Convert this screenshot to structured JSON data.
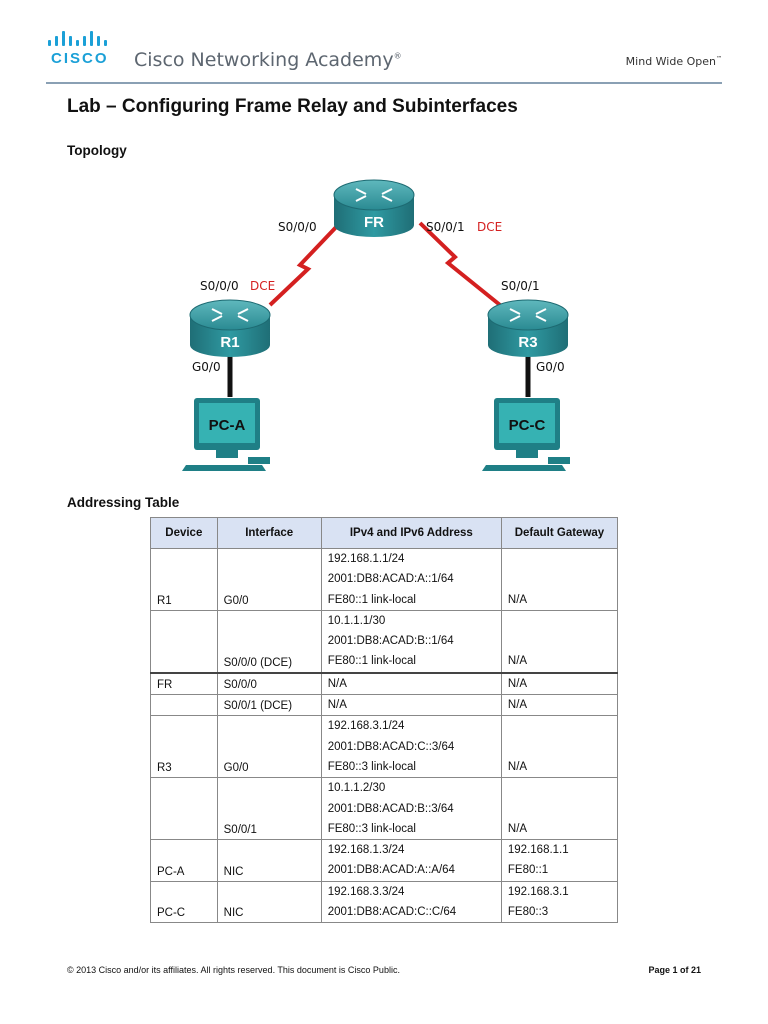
{
  "header": {
    "brand": "CISCO",
    "academy": "Cisco Networking Academy",
    "registered": "®",
    "tagline": "Mind Wide Open",
    "trademark": "™"
  },
  "title": "Lab – Configuring Frame Relay and Subinterfaces",
  "sections": {
    "topology": "Topology",
    "addressing": "Addressing Table"
  },
  "topology": {
    "devices": {
      "fr": "FR",
      "r1": "R1",
      "r3": "R3",
      "pca": "PC-A",
      "pcc": "PC-C"
    },
    "labels": {
      "fr_s000": "S0/0/0",
      "fr_s001": "S0/0/1",
      "fr_s001_dce": "DCE",
      "r1_s000": "S0/0/0",
      "r1_s000_dce": "DCE",
      "r3_s001": "S0/0/1",
      "r1_g00": "G0/0",
      "r3_g00": "G0/0"
    },
    "colors": {
      "router": "#2a8a92",
      "serial_link": "#d42020",
      "ethernet_link": "#111111",
      "dce": "#d42020",
      "pc_screen": "#2aa6a6"
    }
  },
  "table": {
    "headers": [
      "Device",
      "Interface",
      "IPv4 and IPv6 Address",
      "Default Gateway"
    ],
    "rows": [
      {
        "device": "R1",
        "interface": "G0/0",
        "addr": [
          "192.168.1.1/24",
          "2001:DB8:ACAD:A::1/64",
          "FE80::1 link-local"
        ],
        "gateway": [
          "N/A"
        ]
      },
      {
        "device": "",
        "interface": "S0/0/0 (DCE)",
        "addr": [
          "10.1.1.1/30",
          "2001:DB8:ACAD:B::1/64",
          "FE80::1 link-local"
        ],
        "gateway": [
          "N/A"
        ]
      },
      {
        "device": "FR",
        "interface": "S0/0/0",
        "addr": [
          "N/A"
        ],
        "gateway": [
          "N/A"
        ]
      },
      {
        "device": "",
        "interface": "S0/0/1 (DCE)",
        "addr": [
          "N/A"
        ],
        "gateway": [
          "N/A"
        ]
      },
      {
        "device": "R3",
        "interface": "G0/0",
        "addr": [
          "192.168.3.1/24",
          "2001:DB8:ACAD:C::3/64",
          "FE80::3 link-local"
        ],
        "gateway": [
          "N/A"
        ]
      },
      {
        "device": "",
        "interface": "S0/0/1",
        "addr": [
          "10.1.1.2/30",
          "2001:DB8:ACAD:B::3/64",
          "FE80::3 link-local"
        ],
        "gateway": [
          "N/A"
        ]
      },
      {
        "device": "PC-A",
        "interface": "NIC",
        "addr": [
          "192.168.1.3/24",
          "2001:DB8:ACAD:A::A/64"
        ],
        "gateway": [
          "192.168.1.1",
          "FE80::1"
        ]
      },
      {
        "device": "PC-C",
        "interface": "NIC",
        "addr": [
          "192.168.3.3/24",
          "2001:DB8:ACAD:C::C/64"
        ],
        "gateway": [
          "192.168.3.1",
          "FE80::3"
        ]
      }
    ]
  },
  "footer": {
    "copyright": "© 2013 Cisco and/or its affiliates. All rights reserved. This document is Cisco Public.",
    "page": "Page 1 of 21"
  }
}
